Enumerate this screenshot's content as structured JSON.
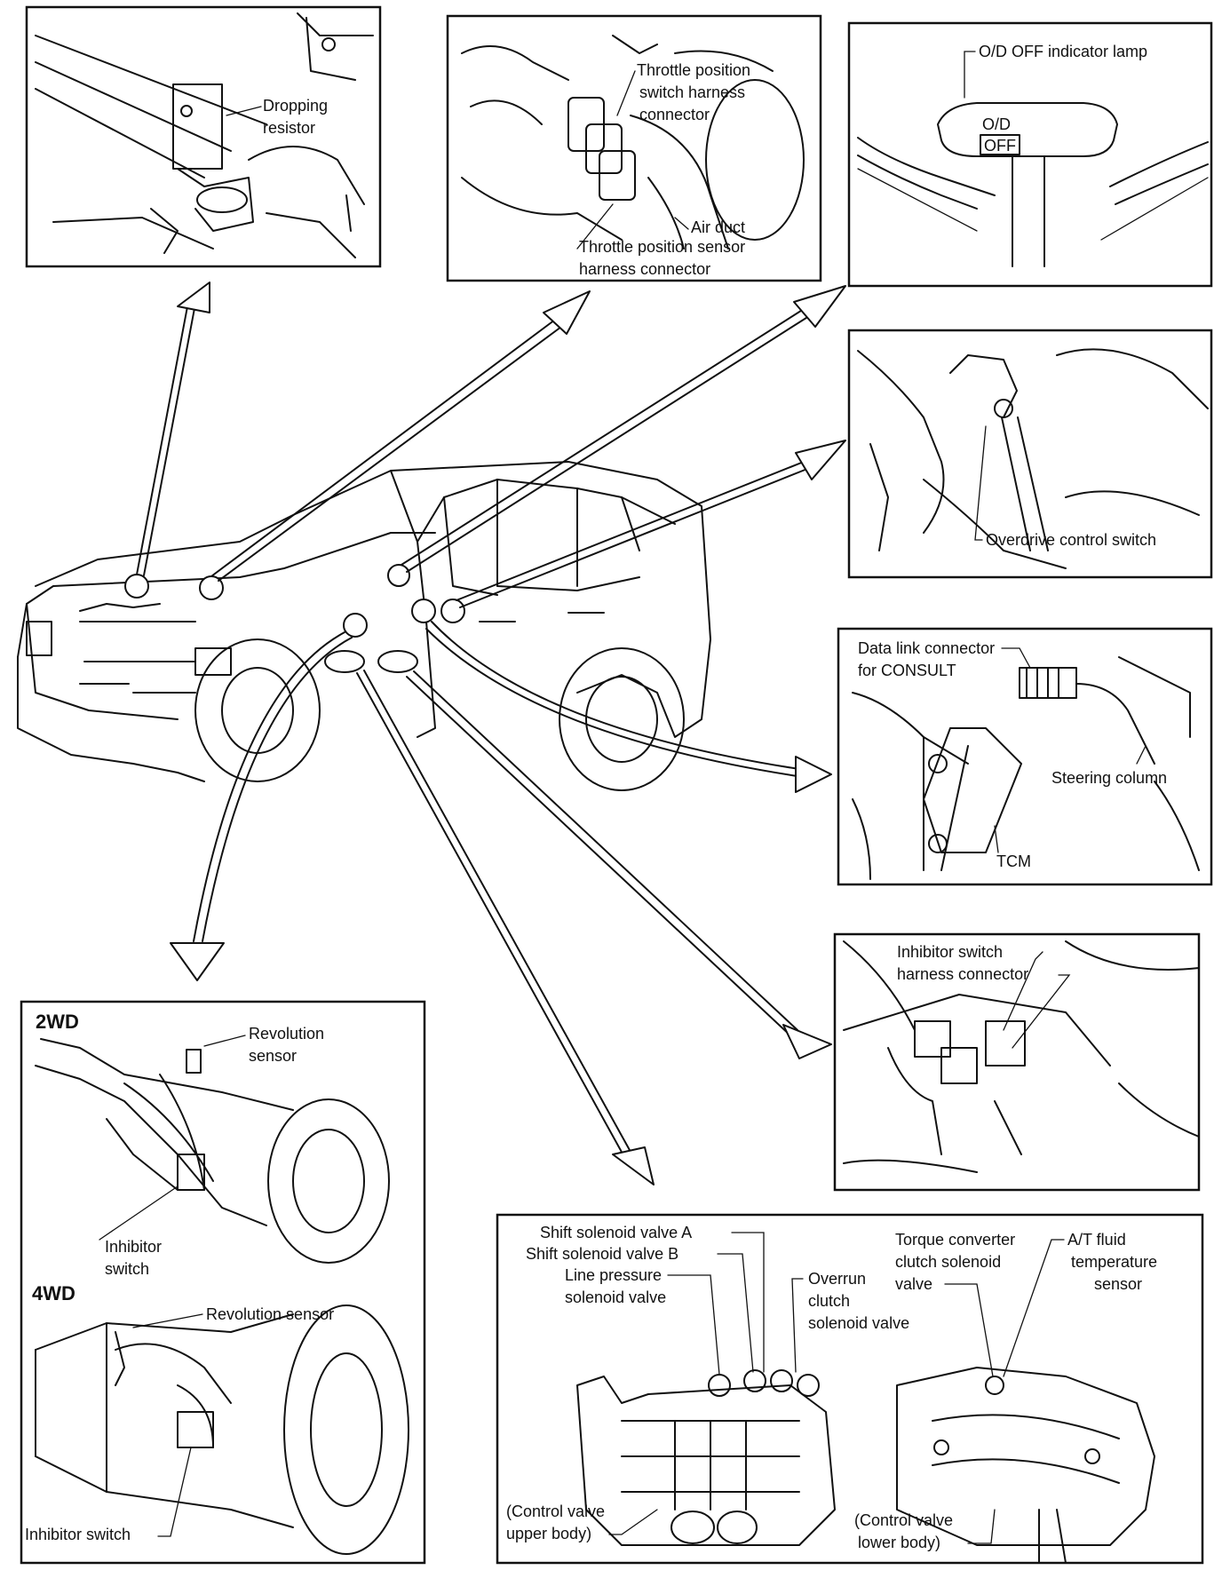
{
  "panels": {
    "dropping_resistor": {
      "label_line1": "Dropping",
      "label_line2": "resistor"
    },
    "throttle": {
      "tps_harness_1": "Throttle position",
      "tps_harness_2": "switch harness",
      "tps_harness_3": "connector",
      "air_duct": "Air duct",
      "tps_sensor_1": "Throttle position sensor",
      "tps_sensor_2": "harness connector"
    },
    "od_lamp": {
      "label": "O/D OFF indicator lamp",
      "lamp_top": "O/D",
      "lamp_bottom": "OFF"
    },
    "od_switch": {
      "label": "Overdrive control switch"
    },
    "tcm": {
      "dlc_1": "Data link connector",
      "dlc_2": "for CONSULT",
      "steering": "Steering column",
      "tcm": "TCM"
    },
    "inhibitor": {
      "label_1": "Inhibitor switch",
      "label_2": "harness connector"
    },
    "transmission": {
      "twowd": "2WD",
      "rev_sensor_1": "Revolution",
      "rev_sensor_2": "sensor",
      "inhibitor_1": "Inhibitor",
      "inhibitor_2": "switch",
      "fourwd": "4WD",
      "rev_sensor_4wd": "Revolution sensor",
      "inhibitor_4wd": "Inhibitor switch"
    },
    "control_valve": {
      "shift_a": "Shift solenoid valve A",
      "shift_b": "Shift solenoid valve B",
      "line_1": "Line pressure",
      "line_2": "solenoid valve",
      "overrun_1": "Overrun",
      "overrun_2": "clutch",
      "overrun_3": "solenoid valve",
      "tcc_1": "Torque converter",
      "tcc_2": "clutch solenoid",
      "tcc_3": "valve",
      "atf_1": "A/T fluid",
      "atf_2": "temperature",
      "atf_3": "sensor",
      "upper_1": "(Control valve",
      "upper_2": "upper body)",
      "lower_1": "(Control valve",
      "lower_2": "lower body)"
    }
  }
}
